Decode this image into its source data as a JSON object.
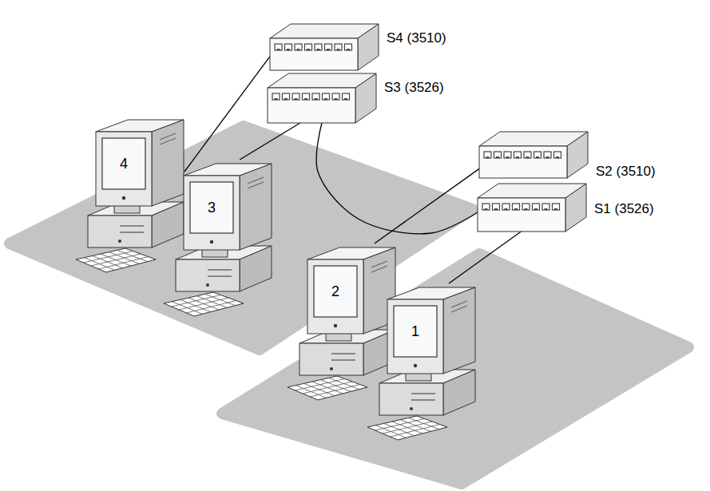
{
  "diagram": {
    "nodes": [
      {
        "text": [
          "S4 (3510)"
        ]
      },
      {
        "text": [
          "S3 (3526)"
        ]
      },
      {
        "text": [
          "S2 (3510)"
        ]
      },
      {
        "text": [
          "S1 (3526)"
        ]
      },
      {
        "text": [
          "4"
        ]
      },
      {
        "text": [
          "3"
        ]
      },
      {
        "text": [
          "2"
        ]
      },
      {
        "text": [
          "1"
        ]
      }
    ],
    "edges": [
      {
        "from": 4,
        "to": 0,
        "arrow": "none"
      },
      {
        "from": 5,
        "to": 1,
        "arrow": "none"
      },
      {
        "from": 6,
        "to": 2,
        "arrow": "none"
      },
      {
        "from": 7,
        "to": 3,
        "arrow": "none"
      },
      {
        "from": 1,
        "to": 3,
        "arrow": "none"
      }
    ]
  }
}
